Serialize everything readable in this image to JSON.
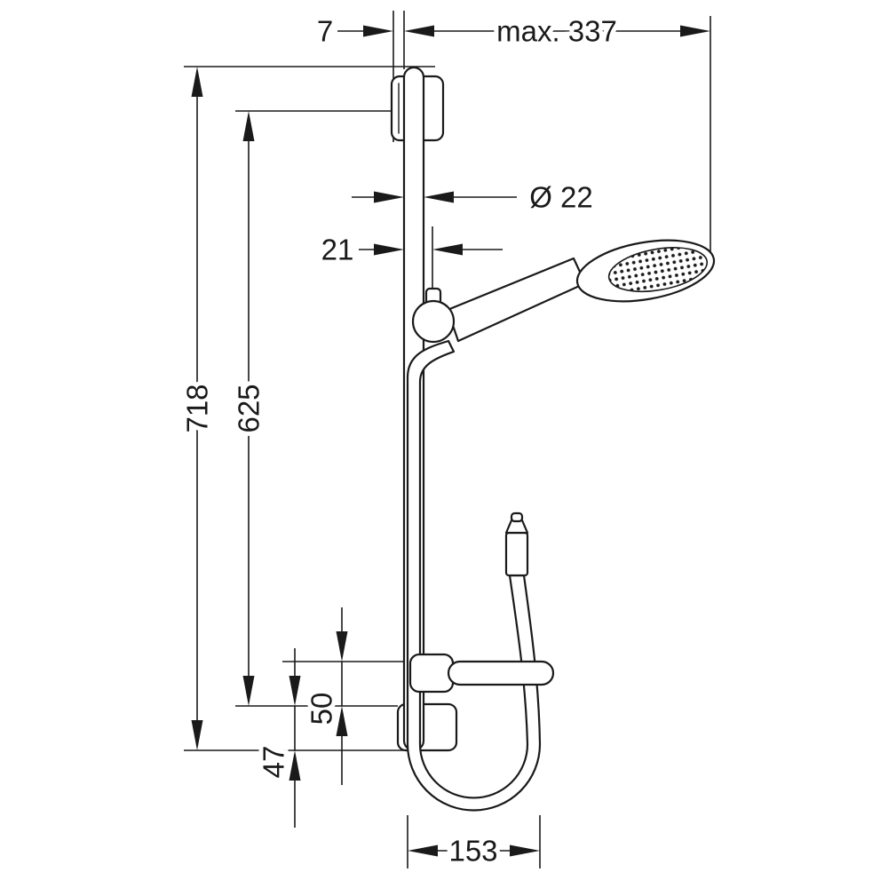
{
  "meta": {
    "background_color": "#ffffff",
    "line_color": "#1a1a1a",
    "drawing_type": "dimensioned technical line drawing",
    "subject": "shower set: wall bar with hand shower, slider, wall brackets and hose"
  },
  "dimensions": {
    "wall_offset": {
      "label": "7"
    },
    "max_reach": {
      "label": "max. 337"
    },
    "bar_diameter": {
      "label": "Ø 22"
    },
    "handle_offset": {
      "label": "21"
    },
    "total_height": {
      "label": "718"
    },
    "fixing_height": {
      "label": "625"
    },
    "lower_gap_upper": {
      "label": "50"
    },
    "lower_gap_lower": {
      "label": "47"
    },
    "hose_loop_width": {
      "label": "153"
    }
  },
  "parts": {
    "bar": "wall bar",
    "upper_bracket": "upper wall bracket",
    "lower_bracket": "lower wall bracket",
    "slider": "slider clamp",
    "hand_shower": "hand shower",
    "hose": "shower hose",
    "connector": "hose connector",
    "dish": "soap dish"
  }
}
